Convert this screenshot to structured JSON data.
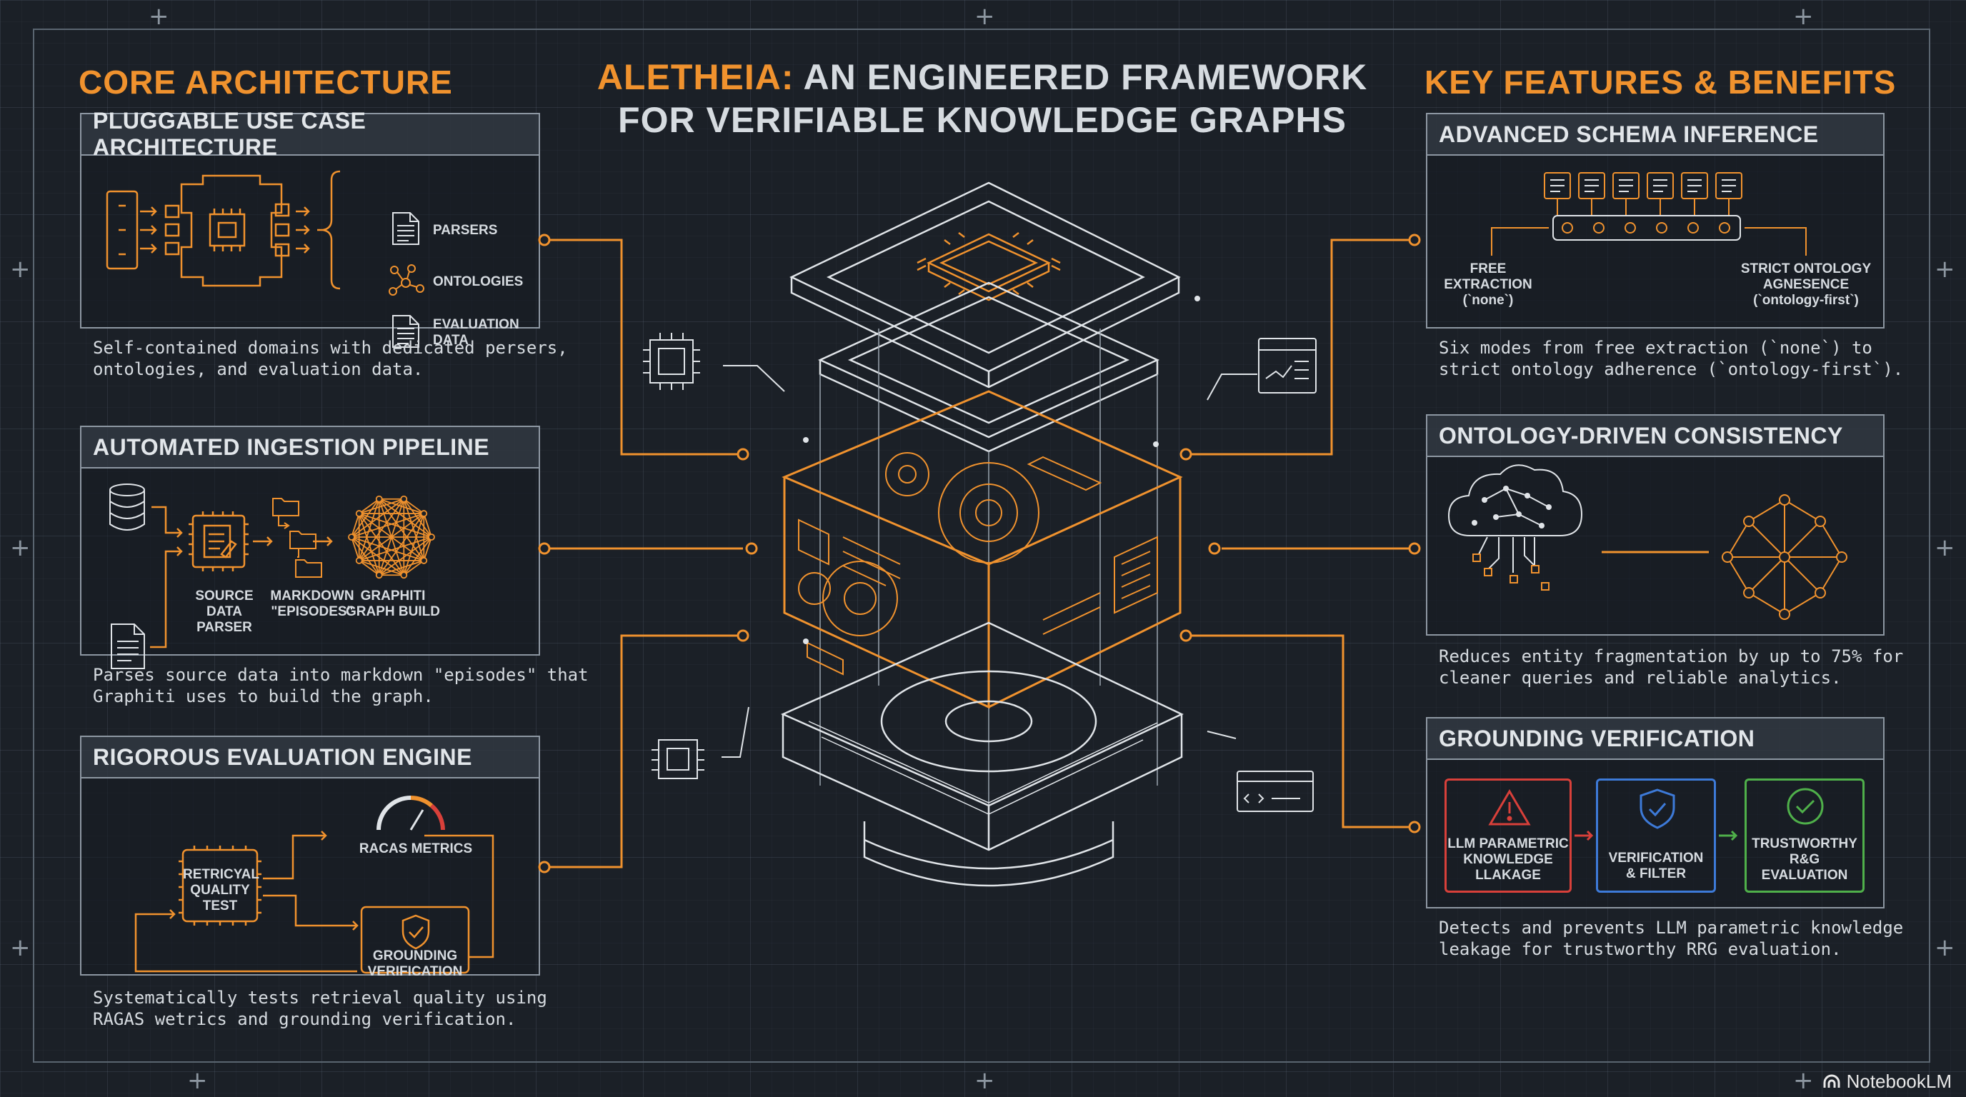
{
  "title": {
    "accent": "ALETHEIA:",
    "line1_rest": " AN ENGINEERED FRAMEWORK",
    "line2": "FOR VERIFIABLE KNOWLEDGE GRAPHS"
  },
  "left_section_title": "CORE ARCHITECTURE",
  "right_section_title": "KEY FEATURES & BENEFITS",
  "left_panels": [
    {
      "title": "PLUGGABLE USE CASE ARCHITECTURE",
      "labels": [
        "PARSERS",
        "ONTOLOGIES",
        "EVALUATION\nDATA"
      ],
      "description": "Self-contained domains with dedicated persers,\nontologies, and evaluation data."
    },
    {
      "title": "AUTOMATED INGESTION PIPELINE",
      "labels": [
        "SOURCE DATA\nPARSER",
        "MARKDOWN\n\"EPISODES\"",
        "GRAPHITI\nGRAPH BUILD"
      ],
      "description": "Parses source data into markdown \"episodes\" that\nGraphiti uses to build the graph."
    },
    {
      "title": "RIGOROUS EVALUATION ENGINE",
      "labels": [
        "RETRICYAL\nQUALITY\nTEST",
        "RACAS METRICS",
        "GROUNDING\nVERIFICATION"
      ],
      "description": "Systematically tests retrieval quality using\nRAGAS wetrics and grounding verification."
    }
  ],
  "right_panels": [
    {
      "title": "ADVANCED SCHEMA INFERENCE",
      "labels": [
        "FREE\nEXTRACTION\n(`none`)",
        "STRICT ONTOLOGY\nAGNESENCE\n(`ontology-first`)"
      ],
      "description": "Six modes from free extraction (`none`) to\nstrict ontology adherence (`ontology-first`)."
    },
    {
      "title": "ONTOLOGY-DRIVEN CONSISTENCY",
      "labels": [],
      "description": "Reduces entity fragmentation by up to 75% for\ncleaner queries and reliable analytics."
    },
    {
      "title": "GROUNDING VERIFICATION",
      "labels": [
        "LLM PARAMETRIC\nKNOWLEDGE\nLLAKAGE",
        "VERIFICATION\n& FILTER",
        "TRUSTWORTHY\nR&G\nEVALUATION"
      ],
      "description": "Detects and prevents LLM parametric knowledge\nleakage for trustworthy RRG evaluation."
    }
  ],
  "colors": {
    "accent": "#f0922e",
    "background": "#1b2027",
    "panel_border": "#8d97a2",
    "warn": "#d8403a",
    "verify": "#3d7ad8",
    "trust": "#4fb04a"
  },
  "brand": "NotebookLM"
}
